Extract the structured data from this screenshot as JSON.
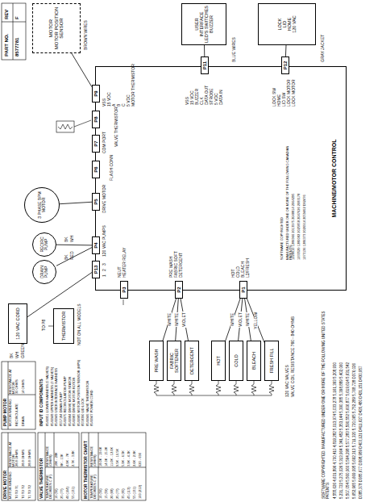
{
  "diagram": {
    "nodes": [
      {
        "text": [
          "MACHINE/MOTOR CONTROL"
        ]
      },
      {
        "text": [
          "P9"
        ],
        "in": 0
      },
      {
        "text": [
          "P8"
        ],
        "in": 0
      },
      {
        "text": [
          "P7"
        ],
        "in": 0
      },
      {
        "text": [
          "P6"
        ],
        "in": 0
      },
      {
        "text": [
          "P5"
        ],
        "in": 0
      },
      {
        "text": [
          "P4"
        ],
        "in": 0
      },
      {
        "text": [
          "P13"
        ],
        "in": 0
      },
      {
        "text": [
          "P3"
        ],
        "in": 0
      },
      {
        "text": [
          "P2"
        ],
        "in": 0
      },
      {
        "text": [
          "P1"
        ],
        "in": 0
      },
      {
        "text": [
          "P11"
        ],
        "in": 0
      },
      {
        "text": [
          "P12"
        ],
        "in": 0
      },
      {
        "text": [
          "MOTOR",
          "MOTOR POSITION SENSOR"
        ]
      },
      {
        "text": [
          "USER INTERFACE",
          "LED'S SWITCHES BUZZER"
        ]
      },
      {
        "text": [
          "LOCK",
          "LID",
          "HOME",
          "120 VAC"
        ]
      },
      {
        "text": [
          "3 PHASE BPM MOTOR"
        ]
      },
      {
        "text": [
          "DRAIN PUMP"
        ]
      },
      {
        "text": [
          "RECIRC PUMP"
        ]
      },
      {
        "text": [
          "120 VAC CORD"
        ]
      },
      {
        "text": [
          "THERMISTOR"
        ]
      },
      {
        "text": [
          "PRE WASH"
        ]
      },
      {
        "text": [
          "FABRIC SOFTENER"
        ]
      },
      {
        "text": [
          "DETERGENT"
        ]
      },
      {
        "text": [
          "HOT"
        ]
      },
      {
        "text": [
          "COLD"
        ]
      },
      {
        "text": [
          "BLEACH"
        ]
      },
      {
        "text": [
          "FRESH FILL"
        ]
      }
    ],
    "edges": [
      {
        "from": 13,
        "to": 1,
        "arrow": "none"
      },
      {
        "from": 11,
        "to": 14,
        "arrow": "none"
      },
      {
        "from": 12,
        "to": 15,
        "arrow": "none"
      },
      {
        "from": 5,
        "to": 16,
        "arrow": "none"
      },
      {
        "from": 6,
        "to": 17,
        "arrow": "none"
      },
      {
        "from": 6,
        "to": 18,
        "arrow": "none"
      },
      {
        "from": 19,
        "to": 7,
        "arrow": "none"
      },
      {
        "from": 21,
        "to": 9,
        "label": "WHITE",
        "arrow": "none"
      },
      {
        "from": 22,
        "to": 9,
        "label": "WHITE",
        "arrow": "none"
      },
      {
        "from": 23,
        "to": 9,
        "label": "VIOLET",
        "arrow": "none"
      },
      {
        "from": 24,
        "to": 10,
        "label": "WHITE",
        "arrow": "none"
      },
      {
        "from": 25,
        "to": 10,
        "label": "VIOLET",
        "arrow": "none"
      },
      {
        "from": 26,
        "to": 10,
        "label": "WHITE",
        "arrow": "none"
      },
      {
        "from": 27,
        "to": 10,
        "label": "YELLOW",
        "arrow": "none"
      }
    ],
    "labels": [
      "PART NO.",
      "REV",
      "8577781",
      "F",
      "DRIVE MOTOR",
      "MOTOR WINDING",
      "RESISTANCE AT MOTOR",
      "T0 TO T1",
      "28.8 OHMS",
      "T0 TO T2",
      "28.8 OHMS",
      "T1 TO T2",
      "28.8 OHMS",
      "PUMP MOTOR",
      "MOTOR WINDING",
      "RESISTANCE AT MOTOR",
      "RECIRCULATE",
      "30 OHMS",
      "DRAIN",
      "14 OHMS",
      "VALVE THERMISTOR",
      "TEMPERATURE DEGREES C (F)",
      "RESISTANCE (OHMS)",
      "10 (50)",
      "18K - 28K",
      "25 (77)",
      "9K - 13K",
      "40 (104)",
      "4.9K - 7K",
      "55 (131)",
      "2.7K - 3.8K",
      "INPUT ID COMPONENTS",
      "8540951 LOWER HARNESS (5 VALVES)",
      "8540948 UPPER HARNESS (3 VALVES)",
      "8540949 USER INTERFACE HARNESS",
      "8557184 DRAIN PUMP",
      "8540975 RECIRCULATION PUMP",
      "8540984 DRIVE MOTOR STATOR",
      "8540983 DRIVE MOTOR ROTOR",
      "8540985 MOTOR POSITION SENSOR (MPS)",
      "8558390 LID LOCK",
      "8540946 VALVE THERMISTOR",
      "8540947 POWER CORD",
      "MOTOR THERMISTOR CHART",
      "TEMPERATURE DEGREES C (F)",
      "RESISTANCE (OHMS)",
      "10 (50)",
      "18.0K - 19.6K",
      "15 (59)",
      "14.0K - 15.2K",
      "20 (68)",
      "11.0K - 12.0K",
      "25 (77)",
      "9.5K - 10.5K",
      "35 (95)",
      "5.9K - 6.5K",
      "45 (113)",
      "3.9K - 4.3K",
      "55 (131)",
      "2.6K - 2.9K",
      "100 (212)",
      "620 - 690",
      "SOFTWARE COPYRIGHTED.   MANUFACTURED UNDER ONE OR MORE OF THE FOLLOWING UNITED STATES PATENTS:",
      "4,555,626 4,631,896 4,700,410 4,819,282 5,013,974 5,033,278 5,161,393 5,208,930",
      "5,231,722 5,275,026 5,313,964 5,341,452 5,353,144 5,390,385 5,398,889 5,402,060",
      "5,507,054 5,560,060 5,564,298 5,577,283 5,590,552 5,606,877 5,619,614 5,631,542",
      "5,652,965 5,669,095 5,692,313 5,711,320 5,720,065 5,752,289 5,768,728 D376,026",
      "D385,378 D385,677 D398,989 D403,121 D411,627 D420,480 D421,151 D430,957",
      "SOFTWARE COPYRIGHTED",
      "MANUFACTURED UNDER ONE OR MORE OF THE FOLLOWING CANADIAN PATENTS:",
      "1228010 1286966 2013975 2048814 2064295",
      "1233529 1280082 2025858 2047626 2083178",
      "1273136 1286373 2026914 2059462 D92476",
      "1",
      "2",
      "3",
      "120 VAC PUMPS",
      "DRIVE MOTOR",
      "FLASH CONN",
      "COM PORT",
      "VALVE THERMISTOR",
      "VSS",
      "15 VDC",
      "A",
      "B",
      "C",
      "5 VDC",
      "MOTOR THERMISTOR",
      "NEUT",
      "HEATER RELAY",
      "PRE WASH",
      "FABRIC SOFT",
      "DETERGENT",
      "HOT",
      "COLD",
      "BLEACH",
      "L2/FRESH",
      "VSS",
      "15 VDC",
      "BUZZER",
      "CLK",
      "DATA OUT",
      "STROBE",
      "5 VDC",
      "DATA IN",
      "LOCK SW",
      "HOME",
      "LID SW",
      "LOCK MOTOR",
      "LOCK MOTOR",
      "BROWN WIRES",
      "BLUE WIRES",
      "GRAY JACKET",
      "BK",
      "RED",
      "BK",
      "WH",
      "BK",
      "WH",
      "GREEN",
      "NOT ON ALL MODELS",
      "TO P8",
      "120 VAC VALVES",
      "VALVE COIL RESISTANCE 760 - 840 OHMS"
    ]
  }
}
